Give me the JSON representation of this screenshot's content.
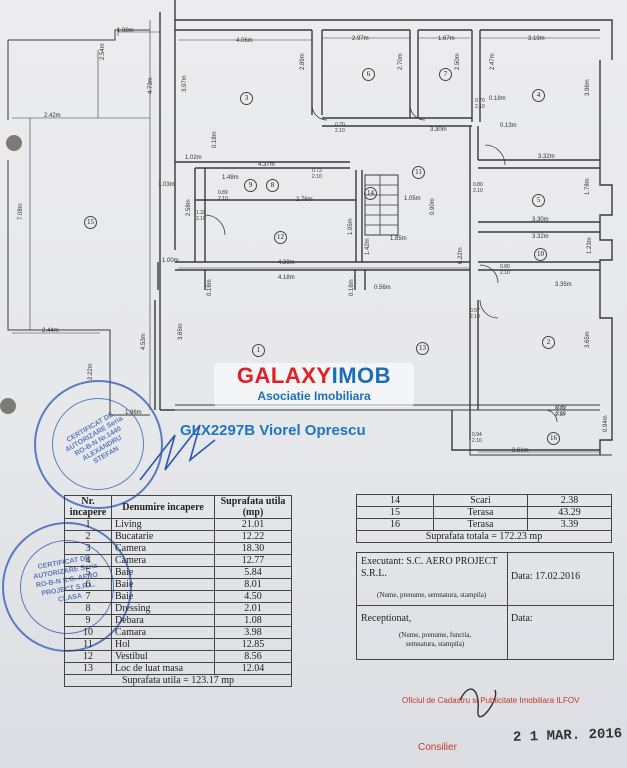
{
  "plan": {
    "room_numbers": [
      "1",
      "2",
      "3",
      "4",
      "5",
      "6",
      "7",
      "8",
      "9",
      "10",
      "11",
      "12",
      "13",
      "14",
      "15",
      "16"
    ],
    "dimensions": [
      "1.98m",
      "4.06m",
      "2.97m",
      "1.67m",
      "3.19m",
      "2.54m",
      "4.73m",
      "3.97m",
      "2.89m",
      "2.70m",
      "2.50m",
      "2.47m",
      "3.96m",
      "2.42m",
      "7.08m",
      "2.44m",
      "2.22m",
      "4.37m",
      "3.30m",
      "3.32m",
      "3.30m",
      "3.32m",
      "4.39m",
      "4.18m",
      "3.35m",
      "0.56m",
      "1.85m",
      "1.05m",
      "2.76m",
      "1.48m",
      "2.58m",
      "1.00m",
      "1.02m",
      "1.03m",
      "3.65m",
      "4.53m",
      "3.65m",
      "6.22m",
      "3.61m",
      "1.96m",
      "0.94m",
      "0.13m",
      "1.78m",
      "1.23m",
      "1.42m",
      "1.95m",
      "0.90m",
      "0.18m",
      "0.18m",
      "0.18m",
      "0.18m"
    ],
    "doors": [
      "0.70\n2.10",
      "0.70\n2.10",
      "0.80\n2.10",
      "0.89\n2.10",
      "0.72\n2.10",
      "1.32\n2.10",
      "0.80\n2.10",
      "0.70\n2.10",
      "0.57\n2.10",
      "0.94\n2.10",
      "0.79\n2.10"
    ]
  },
  "rooms_table": {
    "headers": [
      "Nr. incapere",
      "Denumire incapere",
      "Suprafata utila (mp)"
    ],
    "rows": [
      [
        "1",
        "Living",
        "21.01"
      ],
      [
        "2",
        "Bucatarie",
        "12.22"
      ],
      [
        "3",
        "Camera",
        "18.30"
      ],
      [
        "4",
        "Camera",
        "12.77"
      ],
      [
        "5",
        "Baie",
        "5.84"
      ],
      [
        "6",
        "Baie",
        "8.01"
      ],
      [
        "7",
        "Baie",
        "4.50"
      ],
      [
        "8",
        "Dressing",
        "2.01"
      ],
      [
        "9",
        "Debara",
        "1.08"
      ],
      [
        "10",
        "Camara",
        "3.98"
      ],
      [
        "11",
        "Hol",
        "12.85"
      ],
      [
        "12",
        "Vestibul",
        "8.56"
      ],
      [
        "13",
        "Loc de luat masa",
        "12.04"
      ]
    ],
    "total": "Suprafata utila = 123.17 mp"
  },
  "summary_table": {
    "rows": [
      [
        "14",
        "Scari",
        "2.38"
      ],
      [
        "15",
        "Terasa",
        "43.29"
      ],
      [
        "16",
        "Terasa",
        "3.39"
      ]
    ],
    "total": "Suprafata totala = 172.23 mp",
    "executant": "Executant: S.C. AERO PROJECT S.R.L.",
    "date": "Data: 17.02.2016",
    "executant_note": "(Nume, prenume, semnatura, stampila)",
    "receptionat": "Receptionat,",
    "receptionat_date": "Data:",
    "receptionat_note": "(Nume, prenume, functia, semnatura, stampila)"
  },
  "watermark": {
    "brand_part1": "GALAXY",
    "brand_part2": "IMOB",
    "tagline": "Asociatie Imobiliara",
    "listing": "GLX2297B Viorel Oprescu",
    "brand_color1": "#e31e24",
    "brand_color2": "#1b6fb8"
  },
  "stamps": {
    "top": "CERTIFICAT DE AUTORIZARE Seria RO-B-N Nr.1440 ALEXANDRU STEFAN",
    "bottom": "CERTIFICAT DE AUTORIZARE Seria RO-B-N S.C. AERO PROJECT S.R.L. CLASA",
    "office": "Oficiul de Cadastru si Publicitate Imobiliara ILFOV",
    "office_date": "2 1 MAR. 2016",
    "office_role": "Consilier",
    "stamp_color": "#2b57b5",
    "office_color": "#c0392b"
  }
}
